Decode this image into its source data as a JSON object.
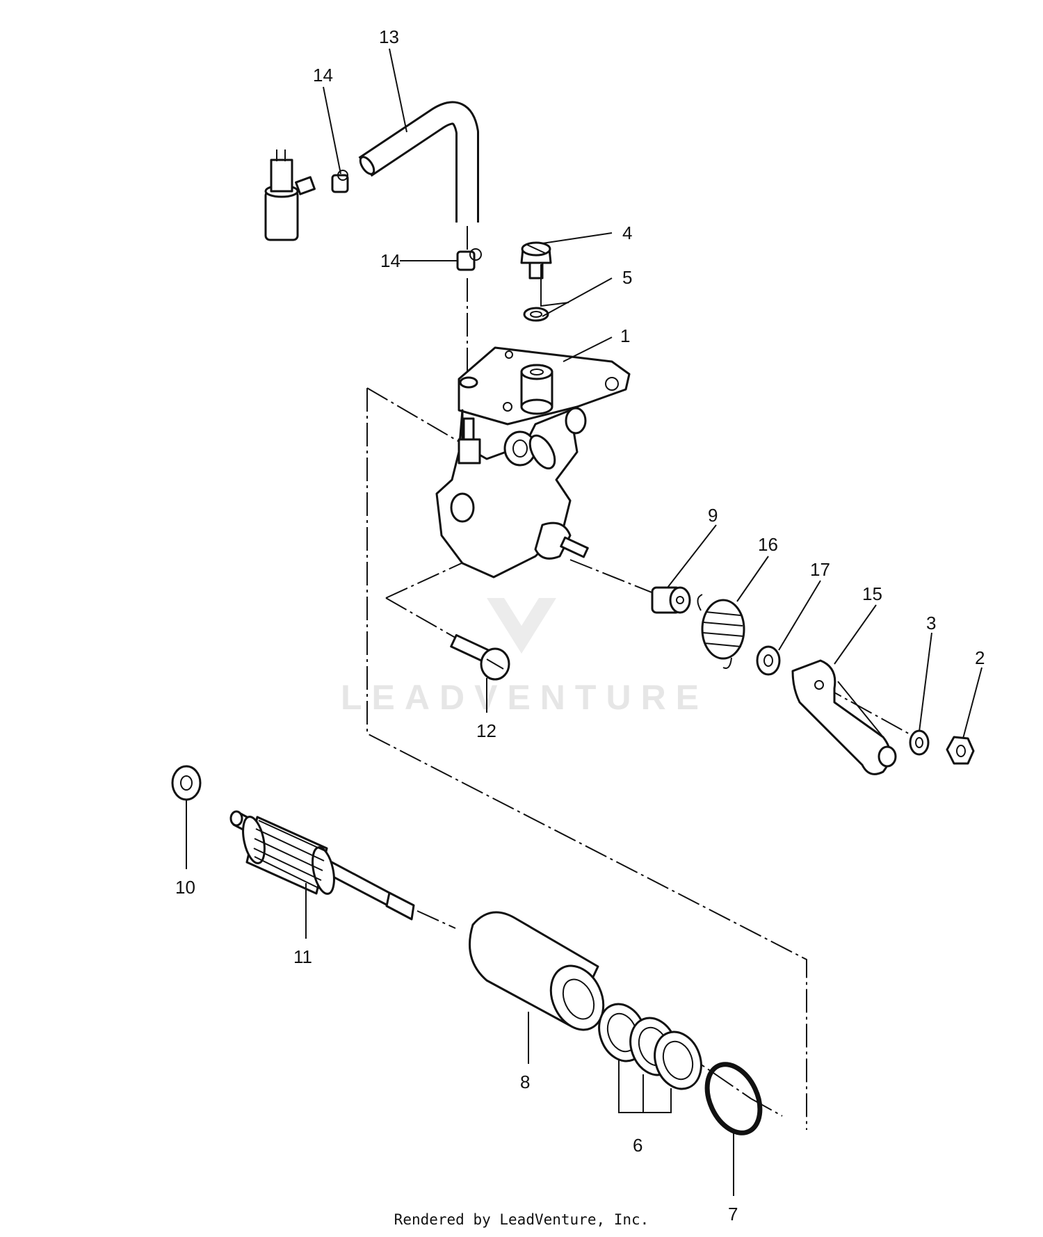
{
  "watermark": {
    "text": "LEADVENTURE"
  },
  "footer": {
    "text": "Rendered by LeadVenture, Inc."
  },
  "callouts": [
    {
      "id": "1",
      "label": "1"
    },
    {
      "id": "2",
      "label": "2"
    },
    {
      "id": "3",
      "label": "3"
    },
    {
      "id": "4",
      "label": "4"
    },
    {
      "id": "5",
      "label": "5"
    },
    {
      "id": "6",
      "label": "6"
    },
    {
      "id": "7",
      "label": "7"
    },
    {
      "id": "8",
      "label": "8"
    },
    {
      "id": "9",
      "label": "9"
    },
    {
      "id": "10",
      "label": "10"
    },
    {
      "id": "11",
      "label": "11"
    },
    {
      "id": "12",
      "label": "12"
    },
    {
      "id": "13",
      "label": "13"
    },
    {
      "id": "14a",
      "label": "14"
    },
    {
      "id": "14b",
      "label": "14"
    },
    {
      "id": "15",
      "label": "15"
    },
    {
      "id": "16",
      "label": "16"
    },
    {
      "id": "17",
      "label": "17"
    }
  ]
}
